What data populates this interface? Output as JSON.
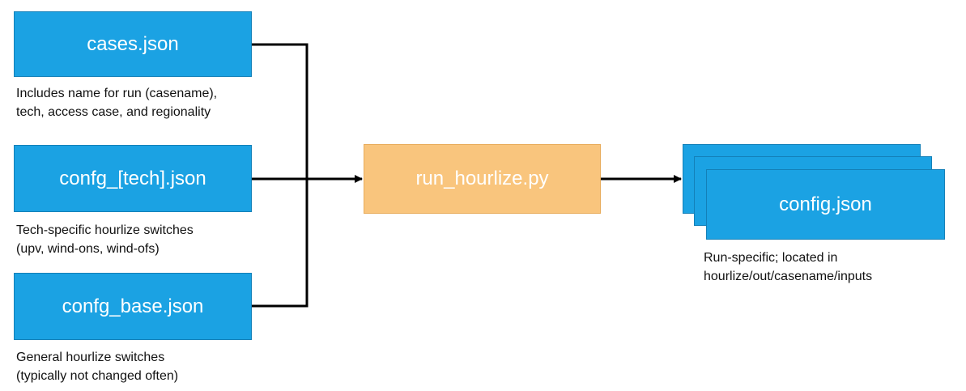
{
  "inputs": {
    "cases": {
      "label": "cases.json",
      "note": [
        "Includes name for run (casename),",
        "tech, access case, and regionality"
      ]
    },
    "tech": {
      "label": "confg_[tech].json",
      "note": [
        "Tech-specific hourlize switches",
        "(upv, wind-ons, wind-ofs)"
      ]
    },
    "base": {
      "label": "confg_base.json",
      "note": [
        "General hourlize switches",
        "(typically not changed often)"
      ]
    }
  },
  "process": {
    "label": "run_hourlize.py"
  },
  "output": {
    "label": "config.json",
    "note": [
      "Run-specific; located in",
      "hourlize/out/casename/inputs"
    ]
  },
  "colors": {
    "input_box": "#1ba2e3",
    "process_box": "#f9c57d",
    "connector": "#000000"
  }
}
